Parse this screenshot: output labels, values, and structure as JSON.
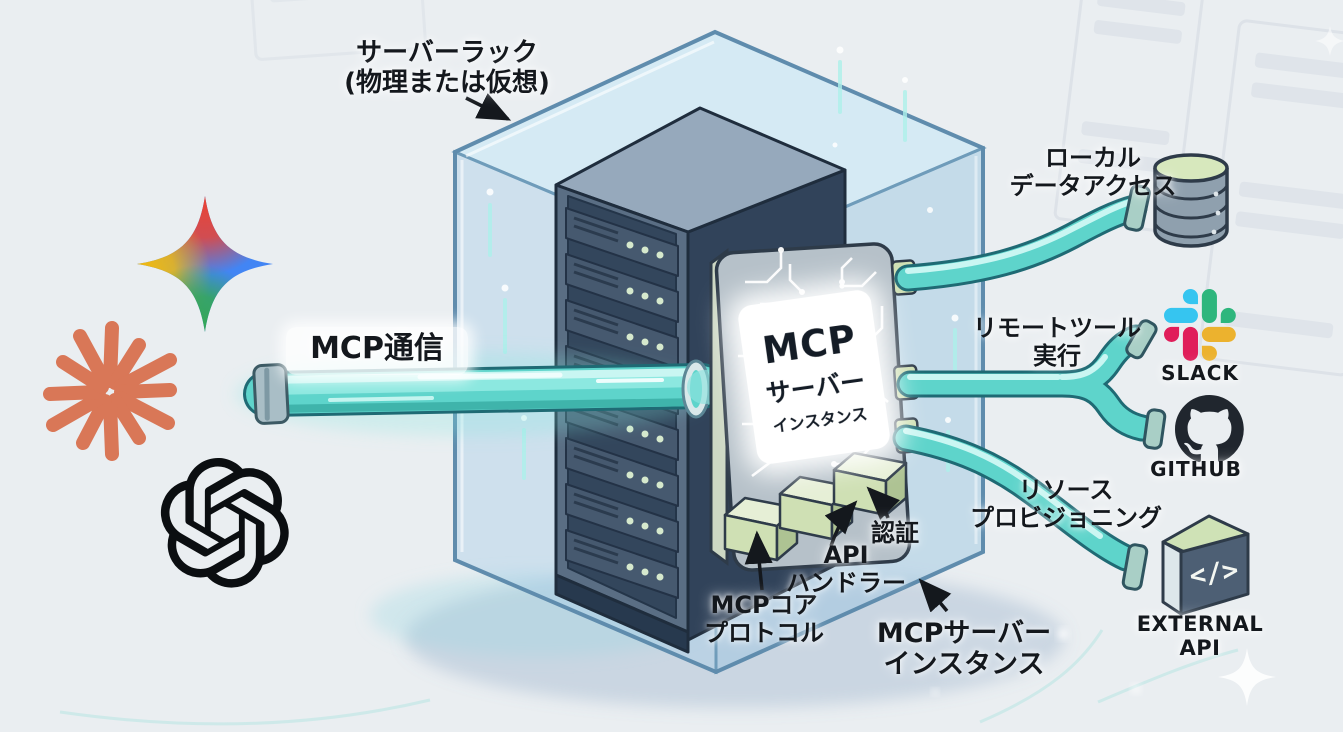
{
  "page": {
    "background": "#eaeef1",
    "kind": "mcp-server-architecture-diagram"
  },
  "labels": {
    "server_rack_line1": "サーバーラック",
    "server_rack_line2": "(物理または仮想)",
    "mcp_comm": "MCP通信",
    "chip_line1": "MCP",
    "chip_line2": "サーバー",
    "chip_line3": "インスタンス",
    "module1_line1": "MCPコア",
    "module1_line2": "プロトコル",
    "module2_line1": "API",
    "module2_line2": "ハンドラー",
    "module3": "認証",
    "instance_line1": "MCPサーバー",
    "instance_line2": "インスタンス",
    "local_line1": "ローカル",
    "local_line2": "データアクセス",
    "remote_line1": "リモートツール",
    "remote_line2": "実行",
    "resource_line1": "リソース",
    "resource_line2": "プロビジョニング",
    "slack": "SLACK",
    "github": "GITHUB",
    "external_line1": "EXTERNAL",
    "external_line2": "API",
    "code_glyph": "</>"
  },
  "icons": {
    "clients": [
      "gemini-star-icon",
      "claude-starburst-icon",
      "openai-logo-icon"
    ],
    "endpoints": [
      "database-icon",
      "slack-icon",
      "github-icon",
      "code-cube-icon"
    ]
  },
  "colors": {
    "background": "#eaeef1",
    "pipe_body": "#5ed4cb",
    "pipe_outline": "#1f6a74",
    "pipe_highlight": "#c9f6f2",
    "cube_glass": "#a8cee6",
    "rack_front": "#5a6e84",
    "rack_dark": "#31435a",
    "panel_gray": "#b6c1c9",
    "module_green": "#cfe0b4",
    "claude_orange": "#d97757",
    "gemini_red": "#ea4335",
    "gemini_yellow": "#fbbc04",
    "gemini_green": "#34a853",
    "gemini_blue": "#4285f4",
    "slack_blue": "#36c5f0",
    "slack_green": "#2eb67d",
    "slack_yellow": "#ecb22e",
    "slack_red": "#e01e5a",
    "github_black": "#20262e",
    "db_top_green": "#d7e8bd",
    "db_body": "#8fa0ae",
    "text": "#14181d"
  }
}
